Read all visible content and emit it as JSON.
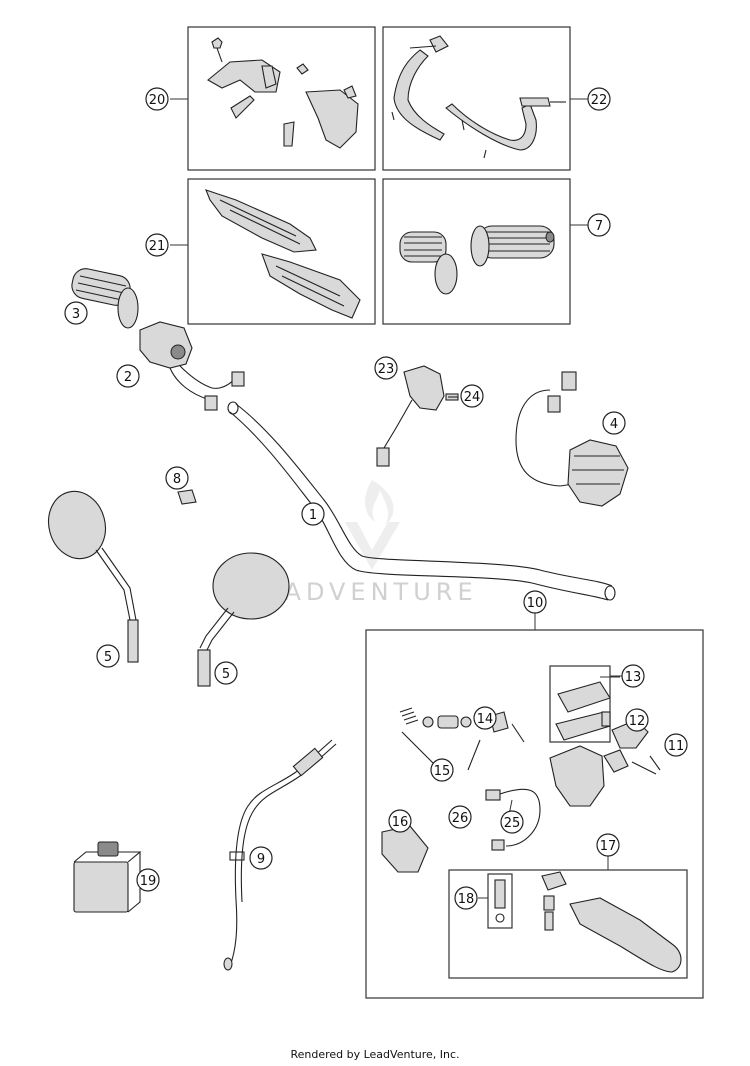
{
  "watermark": "LEADVENTURE",
  "footer": "Rendered by LeadVenture, Inc.",
  "callouts": [
    {
      "label": "20"
    },
    {
      "label": "22"
    },
    {
      "label": "21"
    },
    {
      "label": "7"
    },
    {
      "label": "3"
    },
    {
      "label": "2"
    },
    {
      "label": "23"
    },
    {
      "label": "24"
    },
    {
      "label": "4"
    },
    {
      "label": "8"
    },
    {
      "label": "1"
    },
    {
      "label": "5"
    },
    {
      "label": "5"
    },
    {
      "label": "10"
    },
    {
      "label": "13"
    },
    {
      "label": "14"
    },
    {
      "label": "12"
    },
    {
      "label": "11"
    },
    {
      "label": "15"
    },
    {
      "label": "26"
    },
    {
      "label": "25"
    },
    {
      "label": "16"
    },
    {
      "label": "9"
    },
    {
      "label": "17"
    },
    {
      "label": "19"
    },
    {
      "label": "18"
    }
  ]
}
